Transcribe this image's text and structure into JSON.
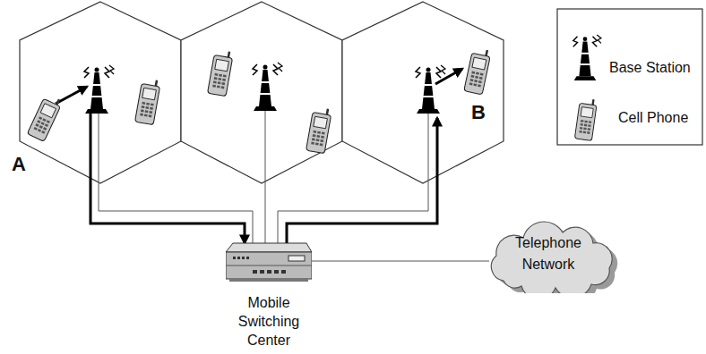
{
  "diagram": {
    "nodes": [
      {
        "text": [
          "Mobile Switching Center"
        ]
      },
      {
        "text": [
          "Telephone Network"
        ]
      }
    ],
    "edges": [
      {
        "from": 0,
        "to": 1,
        "arrow": "none"
      }
    ],
    "labels": [
      "A",
      "B"
    ],
    "legend": [
      {
        "text": "Base Station"
      },
      {
        "text": "Cell Phone"
      }
    ]
  }
}
